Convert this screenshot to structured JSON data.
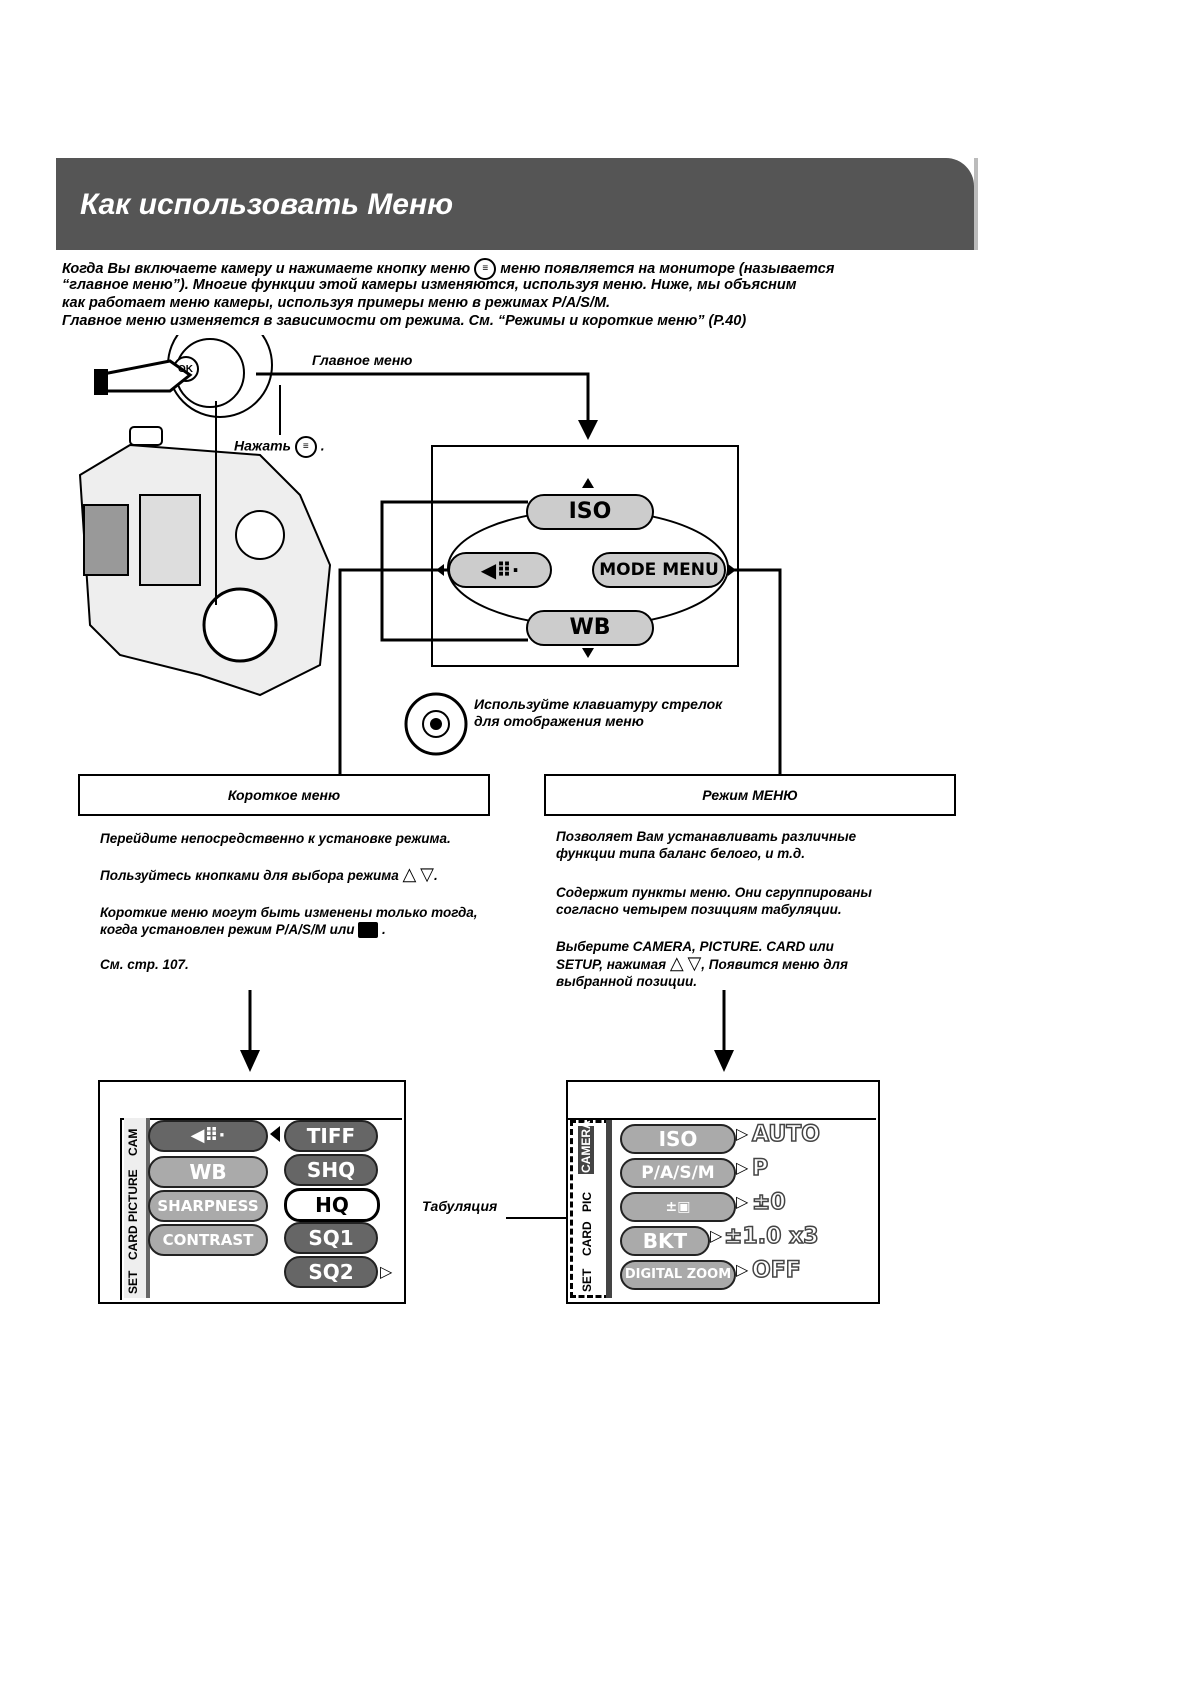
{
  "header": {
    "title": "Как использовать Меню"
  },
  "intro": {
    "line1a": "Когда Вы включаете камеру и нажимаете кнопку  меню",
    "line1b": "меню появляется на мониторе (называется",
    "line2": "“главное меню”). Многие функции этой камеры изменяются, используя меню. Ниже, мы объясним",
    "line3": "как работает меню камеры, используя примеры меню в режимах P/A/S/M.",
    "line4": "Главное меню изменяется в зависимости от режима. См. “Режимы и короткие меню” (P.40)"
  },
  "diagram": {
    "main_menu_label": "Главное меню",
    "press_label": "Нажать",
    "ok_label": "OK",
    "pill_top": "ISO",
    "pill_bottom": "WB",
    "pill_right": "MODE MENU",
    "arrow_keys_line1": "Используйте клавиатуру стрелок",
    "arrow_keys_line2": "для отображения меню"
  },
  "short_menu": {
    "title": "Короткое меню",
    "p1": "Перейдите непосредственно к установке режима.",
    "p2": "Пользуйтесь кнопками для выбора режима",
    "p3a": "Короткие меню могут быть изменены только тогда,",
    "p3b": "когда установлен режим P/A/S/M или",
    "p4": "См. стр. 107."
  },
  "mode_menu": {
    "title": "Режим МЕНЮ",
    "p1a": "Позволяет Вам устанавливать различные",
    "p1b": "функции типа баланс белого, и т.д.",
    "p2a": "Содержит пункты меню. Они сгруппированы",
    "p2b": "согласно четырем позициям табуляции.",
    "p3a": "Выберите CAMERA, PICTURE. CARD или",
    "p3b": "SETUP, нажимая",
    "p3c": ", Появится меню для",
    "p3d": "выбранной позиции."
  },
  "left_screen": {
    "tabs": [
      "CAM",
      "PICTURE",
      "CARD",
      "SET"
    ],
    "left_items": [
      "",
      "WB",
      "SHARPNESS",
      "CONTRAST"
    ],
    "right_items": [
      "TIFF",
      "SHQ",
      "HQ",
      "SQ1",
      "SQ2"
    ]
  },
  "tab_label": "Табуляция",
  "right_screen": {
    "tabs": [
      "CAMERA",
      "PIC",
      "CARD",
      "SET"
    ],
    "items": [
      "ISO",
      "P/A/S/M",
      "",
      "BKT",
      "DIGITAL ZOOM"
    ],
    "values": [
      "AUTO",
      "P",
      "±0",
      "±1.0 x3",
      "OFF"
    ]
  }
}
